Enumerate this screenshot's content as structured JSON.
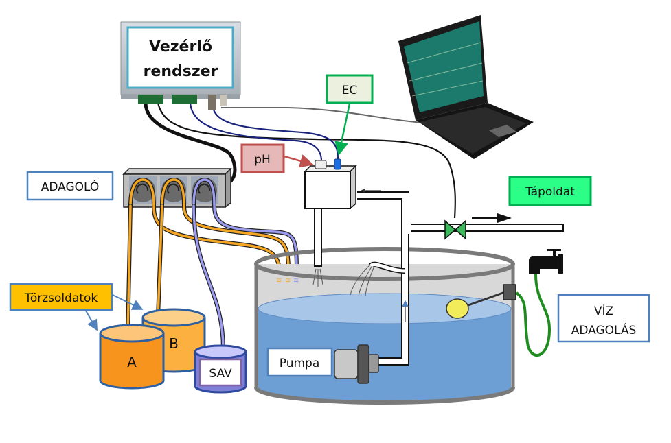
{
  "title": "Hydroponic nutrient dosing system diagram",
  "controller": {
    "line1": "Vezérlő",
    "line2": "rendszer"
  },
  "labels": {
    "ec": "EC",
    "ph": "pH",
    "adagolo": "ADAGOLÓ",
    "tapoldat": "Tápoldat",
    "torzsoldatok": "Törzsoldatok",
    "tank_a": "A",
    "tank_b": "B",
    "sav": "SAV",
    "pumpa": "Pumpa",
    "viz_line1": "VÍZ",
    "viz_line2": "ADAGOLÁS"
  },
  "colors": {
    "controller_border": "#4bacc6",
    "ec_border": "#00b050",
    "ec_fill": "#ebf1de",
    "ph_border": "#c0504d",
    "ph_fill": "#e6b9b8",
    "label_border": "#4f81bd",
    "tapoldat_fill": "#2bff88",
    "tapoldat_border": "#00b050",
    "torzs_fill": "#ffc000",
    "tank_a": "#f7941d",
    "tank_b": "#fbb040",
    "sav": "#b4b4f4",
    "water": "#6d9ed4",
    "water_surface": "#a8c6e8",
    "valve": "#3cb95a",
    "hose": "#1e8c1e",
    "float": "#f2ec5a"
  }
}
